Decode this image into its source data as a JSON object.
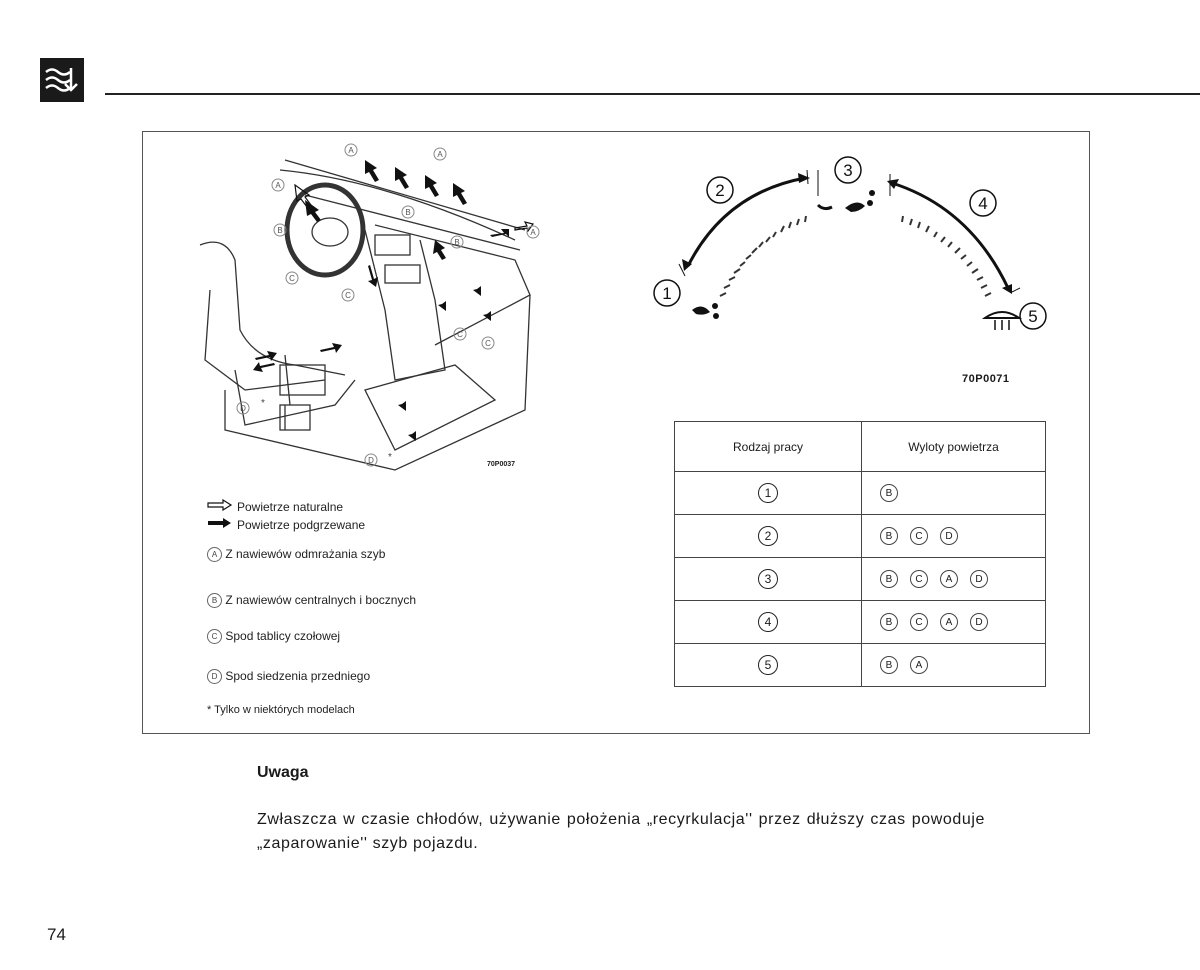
{
  "header": {
    "icon": "ventilation-icon"
  },
  "figure_left": {
    "code": "70P0037",
    "markers": {
      "a": "A",
      "b": "B",
      "c": "C",
      "d": "D",
      "star": "*"
    }
  },
  "figure_right": {
    "code": "70P0071",
    "positions": [
      "1",
      "2",
      "3",
      "4",
      "5"
    ]
  },
  "legend": {
    "natural": "Powietrze naturalne",
    "heated": "Powietrze podgrzewane",
    "items": [
      {
        "key": "A",
        "text": "Z nawiewów odmrażania szyb"
      },
      {
        "key": "B",
        "text": "Z nawiewów centralnych i bocznych"
      },
      {
        "key": "C",
        "text": "Spod tablicy czołowej"
      },
      {
        "key": "D",
        "text": "Spod siedzenia przedniego"
      }
    ],
    "footnote": "* Tylko w niektórych modelach"
  },
  "table": {
    "headers": [
      "Rodzaj pracy",
      "Wyloty powietrza"
    ],
    "rows": [
      {
        "mode": "1",
        "outlets": [
          "B"
        ]
      },
      {
        "mode": "2",
        "outlets": [
          "B",
          "C",
          "D"
        ]
      },
      {
        "mode": "3",
        "outlets": [
          "B",
          "C",
          "A",
          "D"
        ]
      },
      {
        "mode": "4",
        "outlets": [
          "B",
          "C",
          "A",
          "D"
        ]
      },
      {
        "mode": "5",
        "outlets": [
          "B",
          "A"
        ]
      }
    ]
  },
  "note": {
    "title": "Uwaga",
    "body": "Zwłaszcza w czasie chłodów, używanie położenia „recyrkulacja'' przez dłuższy czas powoduje „zaparowanie'' szyb pojazdu."
  },
  "page_number": "74"
}
